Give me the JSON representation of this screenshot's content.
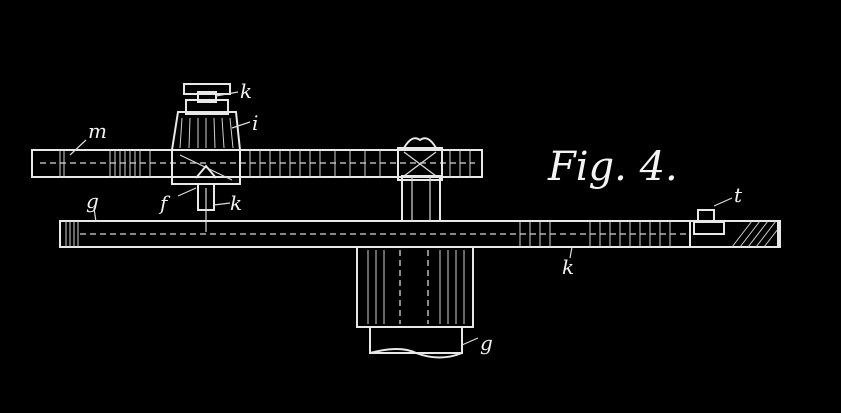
{
  "figure": {
    "title": "Fig. 4."
  },
  "labels": {
    "k_top": "k",
    "i": "i",
    "m": "m",
    "g_left": "g",
    "f": "f",
    "k_mid": "k",
    "t": "t",
    "k_right": "k",
    "g_bottom": "g"
  },
  "colors": {
    "background": "#000000",
    "ink": "#e8e8e8"
  }
}
